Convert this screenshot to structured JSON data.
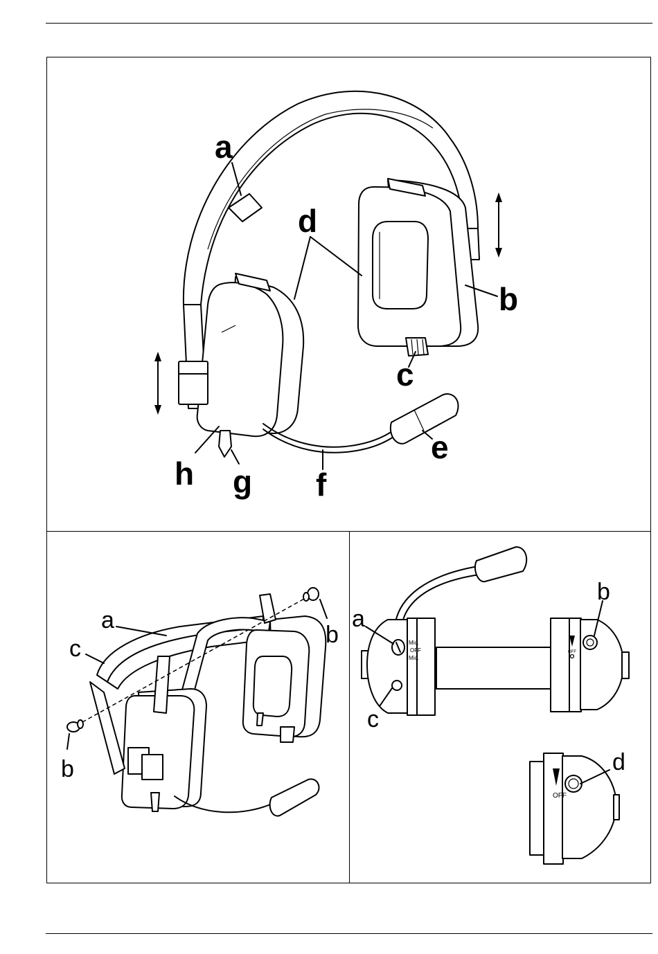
{
  "figure_main": {
    "labels": {
      "a": "a",
      "b": "b",
      "c": "c",
      "d": "d",
      "e": "e",
      "f": "f",
      "g": "g",
      "h": "h"
    }
  },
  "figure_assembly": {
    "labels": {
      "a": "a",
      "b_right": "b",
      "c": "c",
      "b_left": "b"
    }
  },
  "figure_controls": {
    "labels": {
      "a": "a",
      "b": "b",
      "c": "c",
      "d": "d"
    },
    "switch_text": [
      "Mic.",
      "OFF",
      "Mic."
    ],
    "off_small": "OFF",
    "off_detail": "OFF"
  }
}
